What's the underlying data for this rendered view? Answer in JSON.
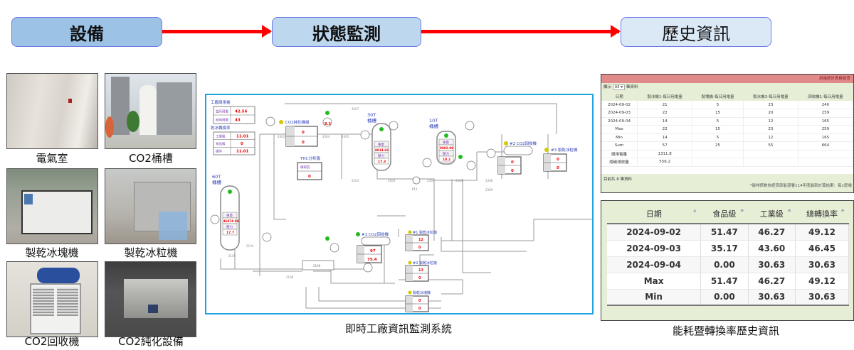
{
  "flow": {
    "stages": [
      "設備",
      "狀態監測",
      "歷史資訊"
    ]
  },
  "equipment": [
    {
      "label": "電氣室",
      "photo": "electrical-room-photo"
    },
    {
      "label": "CO2桶槽",
      "photo": "co2-tank-photo"
    },
    {
      "label": "製乾冰塊機",
      "photo": "dry-ice-block-machine-photo"
    },
    {
      "label": "製乾冰粒機",
      "photo": "dry-ice-pellet-machine-photo"
    },
    {
      "label": "CO2回收機",
      "photo": "co2-recovery-machine-photo"
    },
    {
      "label": "CO2純化設備",
      "photo": "co2-purification-photo"
    }
  ],
  "monitoring": {
    "caption": "即時工廠資訊監測系統",
    "plant_power": {
      "title": "工廠總用電",
      "rows": [
        {
          "label": "當月用電",
          "value": "42.56"
        },
        {
          "label": "前時用電",
          "value": "43"
        }
      ]
    },
    "dry_ice_output": {
      "title": "乾冰轉換率",
      "rows": [
        {
          "label": "工業級",
          "value": "11.01"
        },
        {
          "label": "食品級",
          "value": "0"
        },
        {
          "label": "總共",
          "value": "11.01"
        }
      ]
    },
    "tanks": [
      {
        "name": "60T\n桶槽",
        "title_line1": "60T",
        "title_line2": "桶槽",
        "level_label": "重量",
        "level": "46074.04",
        "pressure_label": "壓力",
        "pressure": "17.7"
      },
      {
        "name": "30T 桶槽",
        "title_line1": "30T",
        "title_line2": "桶槽",
        "level_label": "重量",
        "level": "8814.83",
        "pressure_label": "壓力",
        "pressure": "17.3"
      },
      {
        "name": "10T 桶槽",
        "title_line1": "10T",
        "title_line2": "桶槽",
        "level_label": "重量",
        "level": "8002.98",
        "pressure_label": "壓力",
        "pressure": "18.2"
      }
    ],
    "units": [
      {
        "name": "CO2純化機組",
        "v1": "0",
        "v2": "0",
        "status": "#d4c800"
      },
      {
        "name": "THC分析儀",
        "v1": "0",
        "status": ""
      },
      {
        "name": "#2 CO2回收機",
        "v1": "0",
        "v2": "0",
        "status": "#d4c800"
      },
      {
        "name": "#3 製乾冰粒機",
        "v1": "0",
        "v2": "0",
        "status": "#d4c800"
      },
      {
        "name": "#1 CO2回收機",
        "v1": "97",
        "v2": "75.4",
        "status": "#22bb22"
      },
      {
        "name": "#1 製乾冰粒機",
        "v1": "12",
        "v2": "0",
        "status": "#d4c800"
      },
      {
        "name": "#2 製乾冰粒機",
        "v1": "13",
        "v2": "0",
        "status": "#d4c800"
      },
      {
        "name": "製乾冰塊機",
        "v1": "0",
        "v2": "0",
        "status": "#d4c800"
      }
    ],
    "tags": [
      "4307",
      "4303",
      "4304",
      "4305",
      "2203",
      "2204",
      "2303",
      "2304",
      "2308",
      "2309",
      "2104",
      "2105",
      "2108",
      "2109",
      "P11"
    ],
    "gauge_reading": "8.3"
  },
  "history": {
    "caption": "能耗暨轉換率歷史資訊",
    "power_table": {
      "title": "用電統計表格檢查",
      "filter_label": "顯示",
      "filter_value": "All",
      "filter_suffix": "筆資料",
      "headers": [
        "日期",
        "製冰機1-每日用電量",
        "製塊機-每日用電量",
        "製冰機3-每日用電量",
        "回收機1-每日用電量"
      ],
      "rows": [
        [
          "2024-09-02",
          "21",
          "5",
          "23",
          "240"
        ],
        [
          "2024-09-03",
          "22",
          "15",
          "20",
          "259"
        ],
        [
          "2024-09-04",
          "14",
          "5",
          "12",
          "165"
        ],
        [
          "Max",
          "22",
          "15",
          "23",
          "259"
        ],
        [
          "Min",
          "14",
          "5",
          "12",
          "165"
        ],
        [
          "Sum",
          "57",
          "25",
          "55",
          "664"
        ],
        [
          "總用電量",
          "1311.8",
          "",
          "",
          ""
        ],
        [
          "總碳排放量",
          "556.2",
          "",
          "",
          ""
        ]
      ],
      "footer_left": "目前共 8 筆資料",
      "footer_note": "*碳排係數依經濟部能源署114年度最新計算結果：每1度電"
    },
    "rate_table": {
      "headers": [
        "日期",
        "食品級",
        "工業級",
        "總轉換率"
      ],
      "rows": [
        [
          "2024-09-02",
          "51.47",
          "46.27",
          "49.12"
        ],
        [
          "2024-09-03",
          "35.17",
          "43.60",
          "46.45"
        ],
        [
          "2024-09-04",
          "0.00",
          "30.63",
          "30.63"
        ],
        [
          "Max",
          "51.47",
          "46.27",
          "49.12"
        ],
        [
          "Min",
          "0.00",
          "30.63",
          "30.63"
        ]
      ]
    }
  }
}
